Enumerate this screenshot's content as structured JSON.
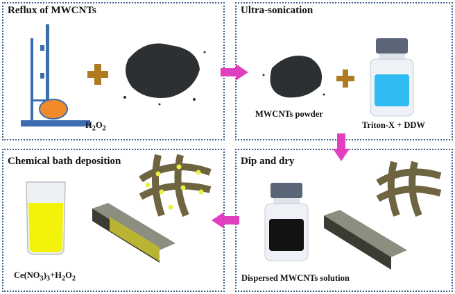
{
  "panels": {
    "reflux": {
      "title": "Reflux of MWCNTs",
      "label_h2o2": {
        "base": "H",
        "sub1": "2",
        "mid": "O",
        "sub2": "2"
      }
    },
    "sonication": {
      "title": "Ultra-sonication",
      "label_powder": "MWCNTs powder",
      "label_triton": "Triton-X + DDW"
    },
    "dip": {
      "title": "Dip and dry",
      "label_solution": "Dispersed MWCNTs solution"
    },
    "cbd": {
      "title": "Chemical bath deposition",
      "label_formula": {
        "a": "Ce(NO",
        "sub1": "3",
        "b": ")",
        "sub2": "3",
        "c": "+H",
        "sub3": "2",
        "d": "O",
        "sub4": "2"
      }
    }
  },
  "colors": {
    "border": "#3f5d86",
    "arrow": "#e23fc0",
    "plus": "#b07a1e",
    "fabric": "#6e6440",
    "solution_blue": "#2fbcf2",
    "solution_yellow": "#f2f20a"
  },
  "icons": [
    "reflux-apparatus-icon",
    "plus-icon",
    "powder-pile-icon",
    "vial-icon",
    "beaker-icon",
    "fabric-mesh-icon",
    "substrate-slide-icon",
    "process-arrow-icon"
  ]
}
